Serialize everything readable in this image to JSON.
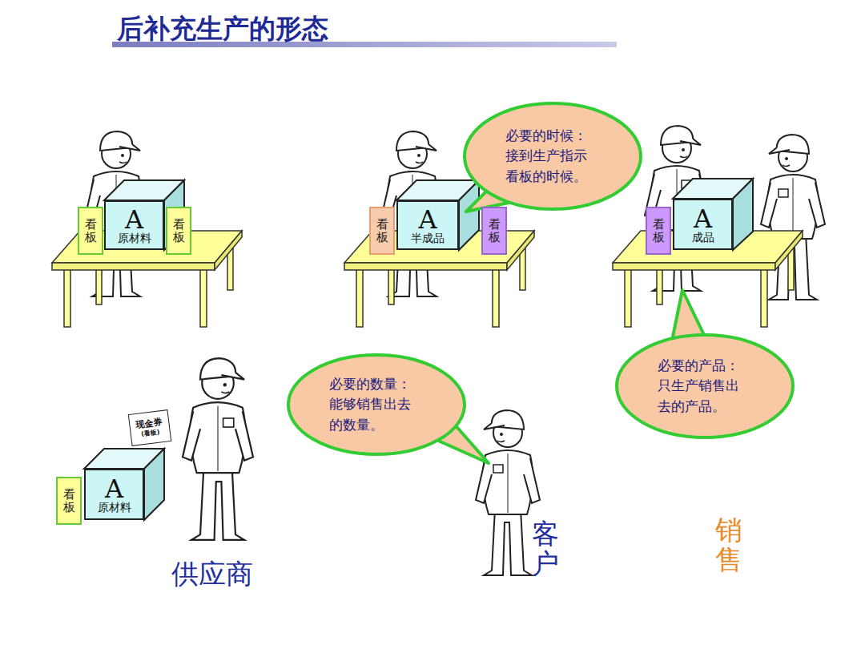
{
  "diagram": {
    "title": "后补充生产的形态",
    "nodes": [
      {
        "text": [
          "看板"
        ]
      },
      {
        "text": [
          "A",
          "原材料"
        ]
      },
      {
        "text": [
          "看板"
        ]
      },
      {
        "text": [
          "看板"
        ]
      },
      {
        "text": [
          "A",
          "半成品"
        ]
      },
      {
        "text": [
          "看板"
        ]
      },
      {
        "text": [
          "必要的时候：",
          "接到生产指示 看板的时候。"
        ]
      },
      {
        "text": [
          "看板"
        ]
      },
      {
        "text": [
          "A",
          "成品"
        ]
      },
      {
        "text": [
          "必要的产品：",
          "只生产销售出 去的产品。"
        ]
      },
      {
        "text": [
          "必要的数量：",
          "能够销售出去 的数量。"
        ]
      },
      {
        "text": [
          "现金券",
          "(看板)"
        ]
      },
      {
        "text": [
          "看板"
        ]
      },
      {
        "text": [
          "A",
          "原材料"
        ]
      }
    ],
    "labels": [
      "供应商",
      "客户",
      "销售"
    ]
  }
}
